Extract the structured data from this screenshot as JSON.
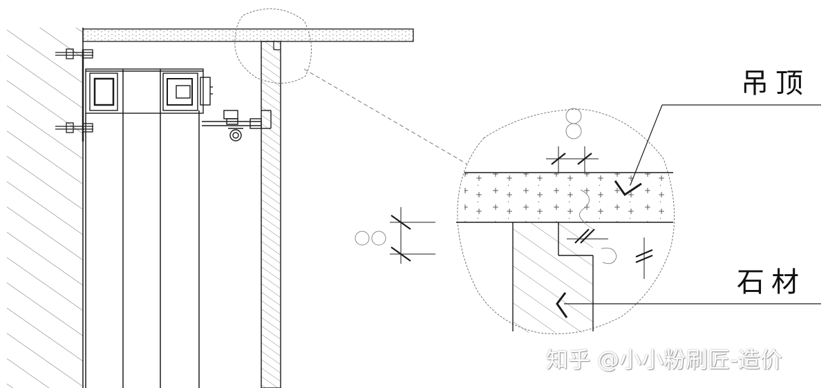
{
  "labels": {
    "ceiling": "吊顶",
    "stone": "石材"
  },
  "watermark": "知乎 @小小粉刷匠-造价",
  "colors": {
    "line": "#1a1a1a",
    "hatch": "#444444",
    "background": "#ffffff"
  }
}
